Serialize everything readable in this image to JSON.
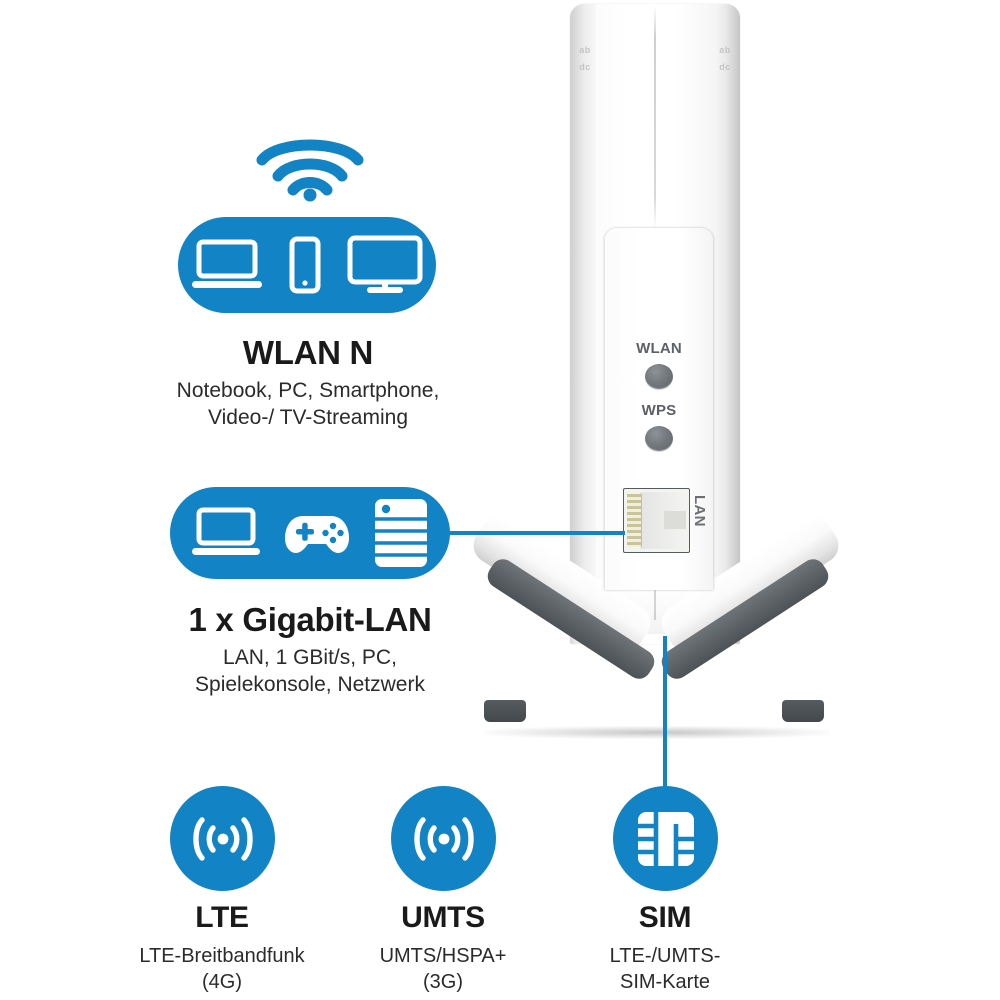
{
  "page": {
    "title": "Router feature overview infographic",
    "background_color": "#ffffff",
    "accent_color": "#1283c4",
    "text_color": "#1a1a1a"
  },
  "features": {
    "wlan": {
      "title": "WLAN N",
      "subtitle_line1": "Notebook, PC, Smartphone,",
      "subtitle_line2": "Video-/ TV-Streaming",
      "icons": [
        "wifi-signal-icon",
        "laptop-icon",
        "smartphone-icon",
        "monitor-icon"
      ]
    },
    "lan": {
      "title": "1 x Gigabit-LAN",
      "subtitle_line1": "LAN, 1 GBit/s, PC,",
      "subtitle_line2": "Spielekonsole, Netzwerk",
      "icons": [
        "laptop-icon",
        "gamepad-icon",
        "nas-server-icon"
      ]
    },
    "lte": {
      "title": "LTE",
      "subtitle_line1": "LTE-Breitbandfunk",
      "subtitle_line2": "(4G)",
      "icon": "radio-waves-icon"
    },
    "umts": {
      "title": "UMTS",
      "subtitle_line1": "UMTS/HSPA+",
      "subtitle_line2": "(3G)",
      "icon": "radio-waves-icon"
    },
    "sim": {
      "title": "SIM",
      "subtitle_line1": "LTE-/UMTS-",
      "subtitle_line2": "SIM-Karte",
      "icon": "sim-card-icon"
    }
  },
  "device": {
    "name": "LTE WLAN router",
    "wlan_button_label": "WLAN",
    "wps_button_label": "WPS",
    "lan_port_label": "LAN",
    "emboss_mark": "ab",
    "emboss_mark2": "dc"
  }
}
